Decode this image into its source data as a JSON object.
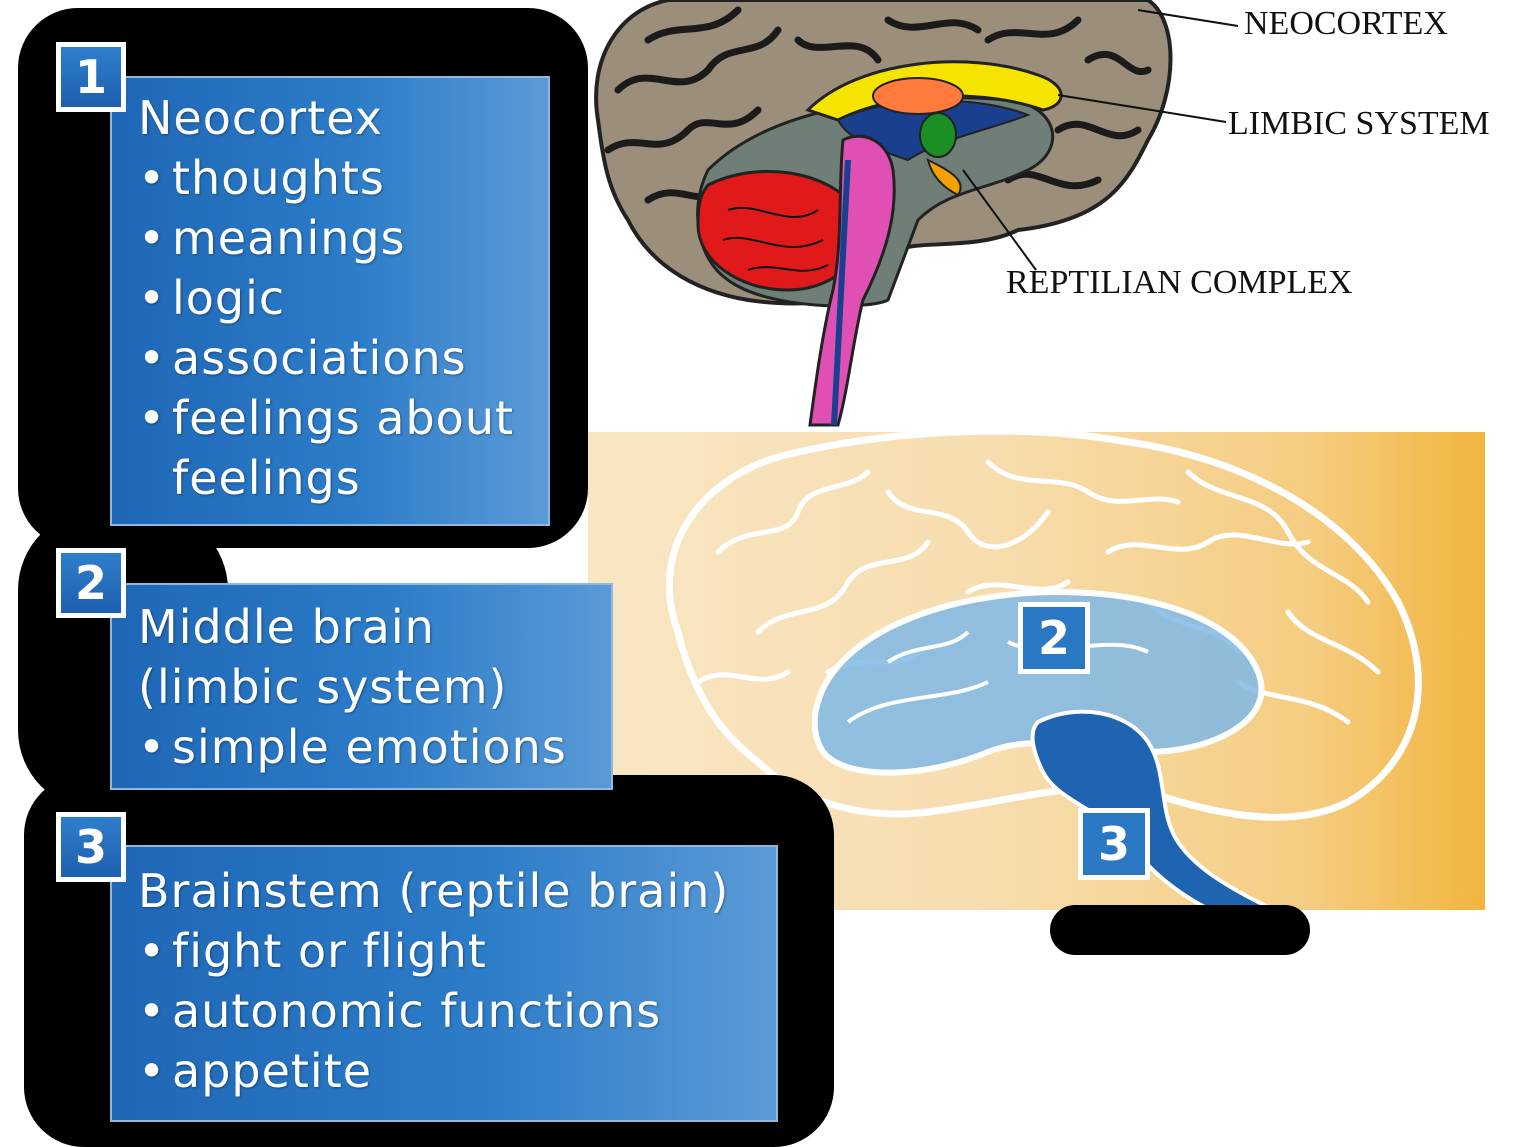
{
  "sections": [
    {
      "number": "1",
      "title": "Neocortex",
      "bullets": [
        "thoughts",
        "meanings",
        "logic",
        "associations",
        "feelings about"
      ],
      "continuation": "feelings"
    },
    {
      "number": "2",
      "title": "Middle brain",
      "subtitle": "(limbic system)",
      "bullets": [
        "simple emotions"
      ]
    },
    {
      "number": "3",
      "title": "Brainstem (reptile brain)",
      "bullets": [
        "fight or flight",
        "autonomic functions",
        "appetite"
      ]
    }
  ],
  "diagram_labels": {
    "neocortex": "NEOCORTEX",
    "limbic": "LIMBIC  SYSTEM",
    "reptilian": "REPTILIAN COMPLEX"
  },
  "illustration_markers": {
    "middle": "2",
    "stem": "3"
  },
  "colors": {
    "panel_blue": "#1f67b6",
    "cerebellum_red": "#e01a1a",
    "brainstem_pink": "#e050b4",
    "limbic_yellow": "#f5e400",
    "brain_gray": "#9b8f7c",
    "peach": "#f7ddae"
  }
}
